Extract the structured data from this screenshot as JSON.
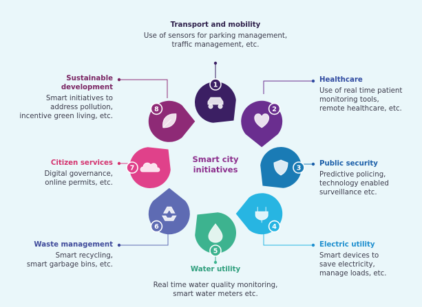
{
  "center": {
    "line1": "Smart city",
    "line2": "initiatives",
    "color": "#8c2e8c"
  },
  "nodes": [
    {
      "num": "1",
      "title": "Transport and mobility",
      "desc": [
        "Use of sensors for parking management,",
        "traffic management, etc."
      ],
      "color": "#3b1f63",
      "title_color": "#2d1f4a",
      "icon": "car-icon"
    },
    {
      "num": "2",
      "title": "Healthcare",
      "desc": [
        "Use of real time patient",
        "monitoring tools,",
        "remote healthcare, etc."
      ],
      "color": "#6a2e8f",
      "title_color": "#2f4aa0",
      "icon": "heart-icon"
    },
    {
      "num": "3",
      "title": "Public security",
      "desc": [
        "Predictive policing,",
        "technology enabled",
        "surveillance etc."
      ],
      "color": "#1a7bb5",
      "title_color": "#1a5ea8",
      "icon": "shield-icon"
    },
    {
      "num": "4",
      "title": "Electric utility",
      "desc": [
        "Smart devices to",
        "save electricity,",
        "manage loads, etc."
      ],
      "color": "#27b5e2",
      "title_color": "#1f8fcf",
      "icon": "plug-icon"
    },
    {
      "num": "5",
      "title": "Water utility",
      "desc": [
        "Real time water quality monitoring,",
        "smart water meters etc."
      ],
      "color": "#3db38f",
      "title_color": "#2e9e7c",
      "icon": "water-drop-icon"
    },
    {
      "num": "6",
      "title": "Waste management",
      "desc": [
        "Smart recycling,",
        "smart garbage bins, etc."
      ],
      "color": "#5e6bb3",
      "title_color": "#3f4a9a",
      "icon": "recycle-icon"
    },
    {
      "num": "7",
      "title": "Citizen services",
      "desc": [
        "Digital governance,",
        "online permits, etc."
      ],
      "color": "#e0418a",
      "title_color": "#d4336f",
      "icon": "cloud-check-icon"
    },
    {
      "num": "8",
      "title": "Sustainable",
      "title2": "development",
      "desc": [
        "Smart initiatives to",
        "address pollution,",
        "incentive green living, etc."
      ],
      "color": "#8e2a76",
      "title_color": "#7a2563",
      "icon": "leaf-icon"
    }
  ]
}
